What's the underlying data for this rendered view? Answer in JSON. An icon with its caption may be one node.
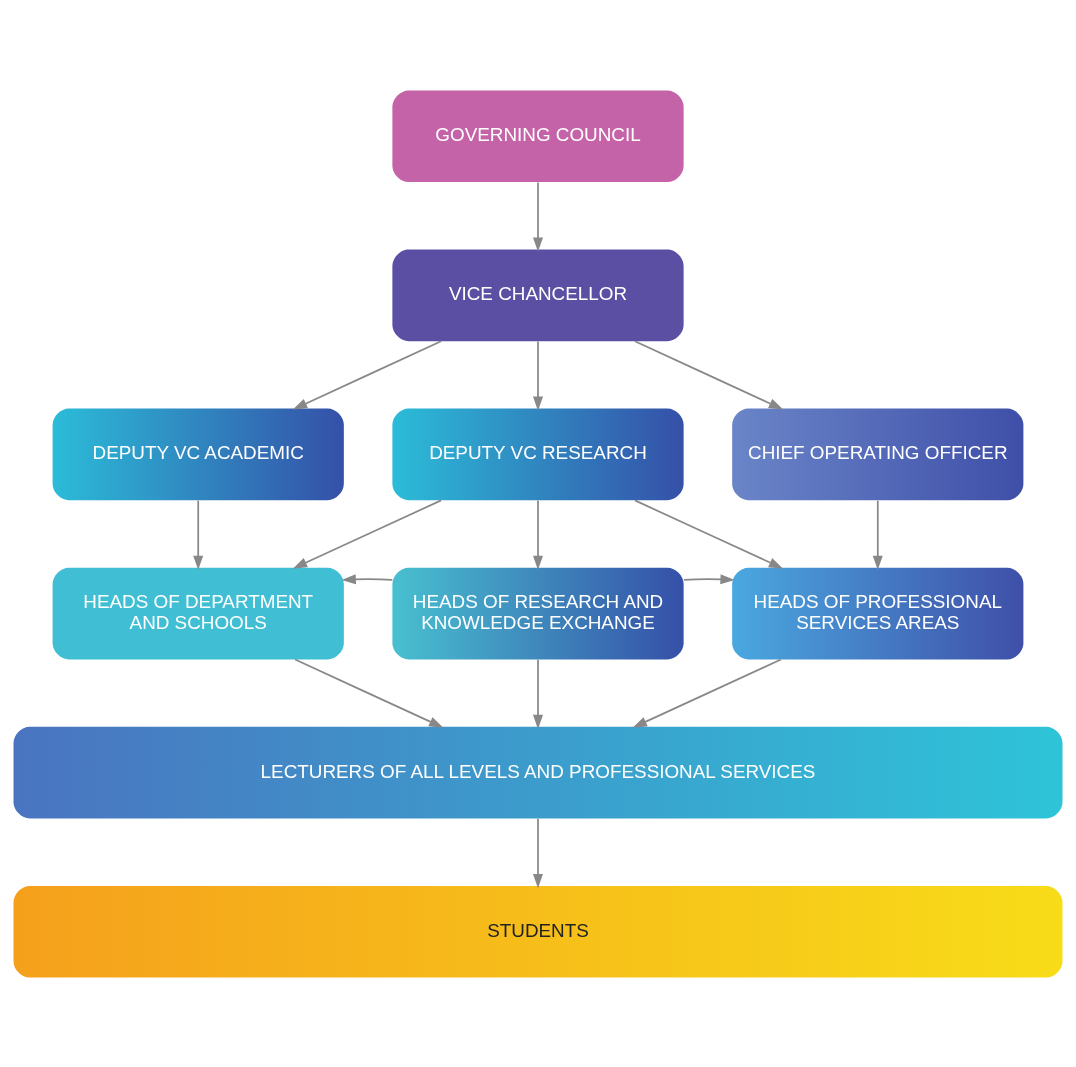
{
  "diagram": {
    "nodes": [
      {
        "text": [
          "GOVERNING COUNCIL"
        ]
      },
      {
        "text": [
          "VICE CHANCELLOR"
        ]
      },
      {
        "text": [
          "DEPUTY VC ACADEMIC"
        ]
      },
      {
        "text": [
          "DEPUTY VC RESEARCH"
        ]
      },
      {
        "text": [
          "CHIEF OPERATING OFFICER"
        ]
      },
      {
        "text": [
          "HEADS OF DEPARTMENT AND SCHOOLS"
        ]
      },
      {
        "text": [
          "HEADS OF RESEARCH AND KNOWLEDGE EXCHANGE"
        ]
      },
      {
        "text": [
          "HEADS OF PROFESSIONAL SERVICES AREAS"
        ]
      },
      {
        "text": [
          "LECTURERS OF ALL LEVELS AND PROFESSIONAL SERVICES"
        ]
      },
      {
        "text": [
          "STUDENTS"
        ]
      }
    ],
    "edges": [
      {
        "from": 0,
        "to": 1,
        "arrow": "to"
      },
      {
        "from": 1,
        "to": 2,
        "arrow": "to"
      },
      {
        "from": 1,
        "to": 3,
        "arrow": "to"
      },
      {
        "from": 1,
        "to": 4,
        "arrow": "to"
      },
      {
        "from": 2,
        "to": 5,
        "arrow": "to"
      },
      {
        "from": 3,
        "to": 5,
        "arrow": "to"
      },
      {
        "from": 3,
        "to": 6,
        "arrow": "to"
      },
      {
        "from": 3,
        "to": 7,
        "arrow": "to"
      },
      {
        "from": 4,
        "to": 7,
        "arrow": "to"
      },
      {
        "from": 5,
        "to": 8,
        "arrow": "to"
      },
      {
        "from": 6,
        "to": 5,
        "arrow": "to"
      },
      {
        "from": 6,
        "to": 8,
        "arrow": "to"
      },
      {
        "from": 6,
        "to": 7,
        "arrow": "to"
      },
      {
        "from": 7,
        "to": 8,
        "arrow": "to"
      },
      {
        "from": 8,
        "to": 9,
        "arrow": "to"
      }
    ]
  }
}
